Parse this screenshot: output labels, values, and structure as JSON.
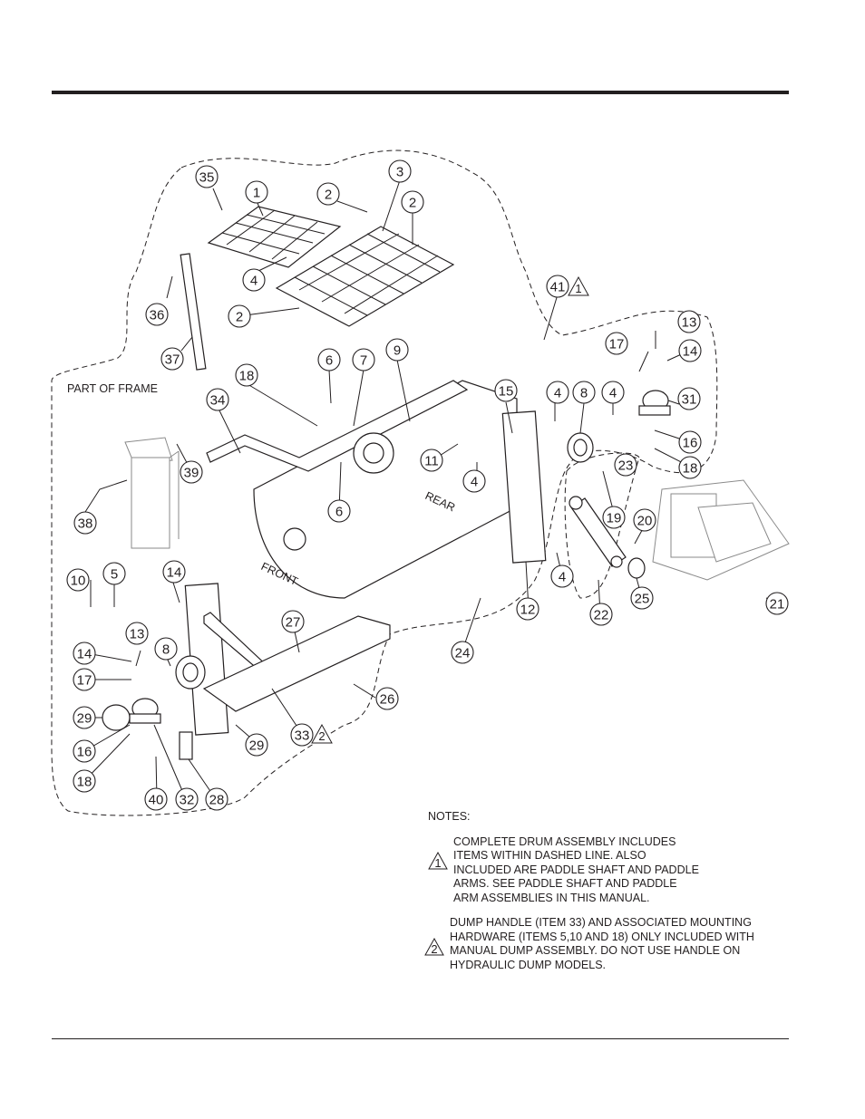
{
  "page": {
    "type": "parts exploded-view diagram"
  },
  "diagram": {
    "labels": {
      "part_of_frame": "PART OF FRAME",
      "front": "FRONT",
      "rear": "REAR"
    },
    "callouts": [
      {
        "id": "c35",
        "text": "35"
      },
      {
        "id": "c1",
        "text": "1"
      },
      {
        "id": "c2a",
        "text": "2"
      },
      {
        "id": "c3",
        "text": "3"
      },
      {
        "id": "c2b",
        "text": "2"
      },
      {
        "id": "c4a",
        "text": "4"
      },
      {
        "id": "c36",
        "text": "36"
      },
      {
        "id": "c2c",
        "text": "2"
      },
      {
        "id": "c37",
        "text": "37"
      },
      {
        "id": "c41",
        "text": "41"
      },
      {
        "id": "c13a",
        "text": "13"
      },
      {
        "id": "c17a",
        "text": "17"
      },
      {
        "id": "c14a",
        "text": "14"
      },
      {
        "id": "c18a",
        "text": "18"
      },
      {
        "id": "c6a",
        "text": "6"
      },
      {
        "id": "c7",
        "text": "7"
      },
      {
        "id": "c9",
        "text": "9"
      },
      {
        "id": "c15",
        "text": "15"
      },
      {
        "id": "c4b",
        "text": "4"
      },
      {
        "id": "c8a",
        "text": "8"
      },
      {
        "id": "c4c",
        "text": "4"
      },
      {
        "id": "c31",
        "text": "31"
      },
      {
        "id": "c34",
        "text": "34"
      },
      {
        "id": "c39",
        "text": "39"
      },
      {
        "id": "c11",
        "text": "11"
      },
      {
        "id": "c4d",
        "text": "4"
      },
      {
        "id": "c16a",
        "text": "16"
      },
      {
        "id": "c23",
        "text": "23"
      },
      {
        "id": "c18b",
        "text": "18"
      },
      {
        "id": "c38",
        "text": "38"
      },
      {
        "id": "c6b",
        "text": "6"
      },
      {
        "id": "c19",
        "text": "19"
      },
      {
        "id": "c20",
        "text": "20"
      },
      {
        "id": "c10",
        "text": "10"
      },
      {
        "id": "c5",
        "text": "5"
      },
      {
        "id": "c14b",
        "text": "14"
      },
      {
        "id": "c12",
        "text": "12"
      },
      {
        "id": "c4e",
        "text": "4"
      },
      {
        "id": "c22",
        "text": "22"
      },
      {
        "id": "c25",
        "text": "25"
      },
      {
        "id": "c21",
        "text": "21"
      },
      {
        "id": "c27",
        "text": "27"
      },
      {
        "id": "c13b",
        "text": "13"
      },
      {
        "id": "c8b",
        "text": "8"
      },
      {
        "id": "c24",
        "text": "24"
      },
      {
        "id": "c14c",
        "text": "14"
      },
      {
        "id": "c17b",
        "text": "17"
      },
      {
        "id": "c26",
        "text": "26"
      },
      {
        "id": "c29a",
        "text": "29"
      },
      {
        "id": "c16b",
        "text": "16"
      },
      {
        "id": "c29b",
        "text": "29"
      },
      {
        "id": "c33",
        "text": "33"
      },
      {
        "id": "c18c",
        "text": "18"
      },
      {
        "id": "c40",
        "text": "40"
      },
      {
        "id": "c32",
        "text": "32"
      },
      {
        "id": "c28",
        "text": "28"
      }
    ],
    "note_flags": {
      "flag_41": "1",
      "flag_33": "2"
    }
  },
  "notes": {
    "title": "NOTES:",
    "items": [
      {
        "flag": "1",
        "lines": [
          "COMPLETE DRUM ASSEMBLY INCLUDES",
          "ITEMS WITHIN DASHED LINE. ALSO",
          "INCLUDED ARE PADDLE SHAFT AND PADDLE",
          "ARMS. SEE PADDLE SHAFT AND PADDLE",
          "ARM ASSEMBLIES IN THIS MANUAL."
        ]
      },
      {
        "flag": "2",
        "lines": [
          "DUMP HANDLE (ITEM 33) AND ASSOCIATED MOUNTING",
          "HARDWARE (ITEMS 5,10 AND 18) ONLY INCLUDED WITH",
          "MANUAL DUMP ASSEMBLY.  DO NOT USE HANDLE ON",
          "HYDRAULIC DUMP MODELS."
        ]
      }
    ]
  }
}
